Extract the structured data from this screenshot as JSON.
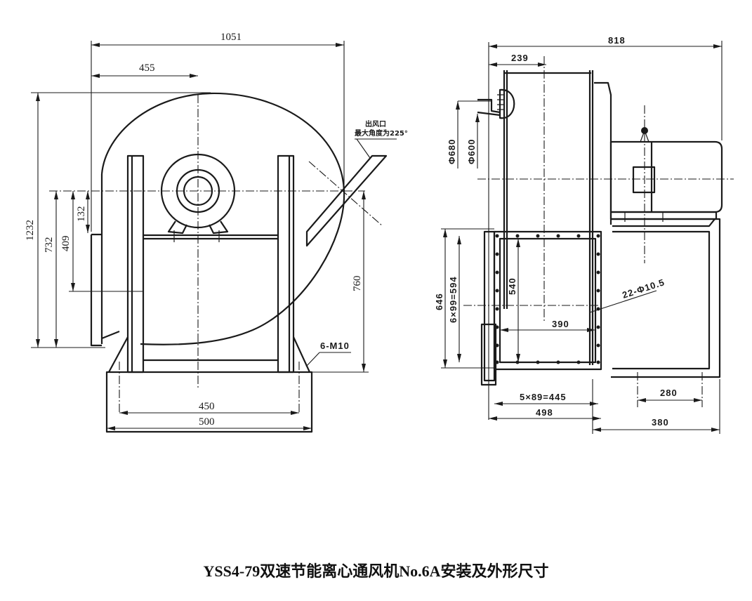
{
  "title": "YSS4-79双速节能离心通风机No.6A安装及外形尺寸",
  "front_view": {
    "dims": {
      "overall_width": "1051",
      "inlet_center_offset": "455",
      "overall_height": "1232",
      "inlet_height_732": "732",
      "inlet_409": "409",
      "inlet_132": "132",
      "shaft_height": "760",
      "base_inner": "450",
      "base_outer": "500"
    },
    "notes": {
      "outlet_line1": "出风口",
      "outlet_line2": "最大角度为225°",
      "anchor_bolts": "6-M10"
    }
  },
  "side_view": {
    "dims": {
      "overall_depth": "818",
      "inlet_offset": "239",
      "dia_680": "Φ680",
      "dia_600": "Φ600",
      "flange_646": "646",
      "hole_pitch_vertical": "6×99=594",
      "opening_540": "540",
      "opening_390": "390",
      "hole_pitch_horizontal": "5×89=445",
      "flange_498": "498",
      "motor_base_280": "280",
      "motor_base_380": "380"
    },
    "notes": {
      "holes": "22-Φ10.5"
    }
  }
}
